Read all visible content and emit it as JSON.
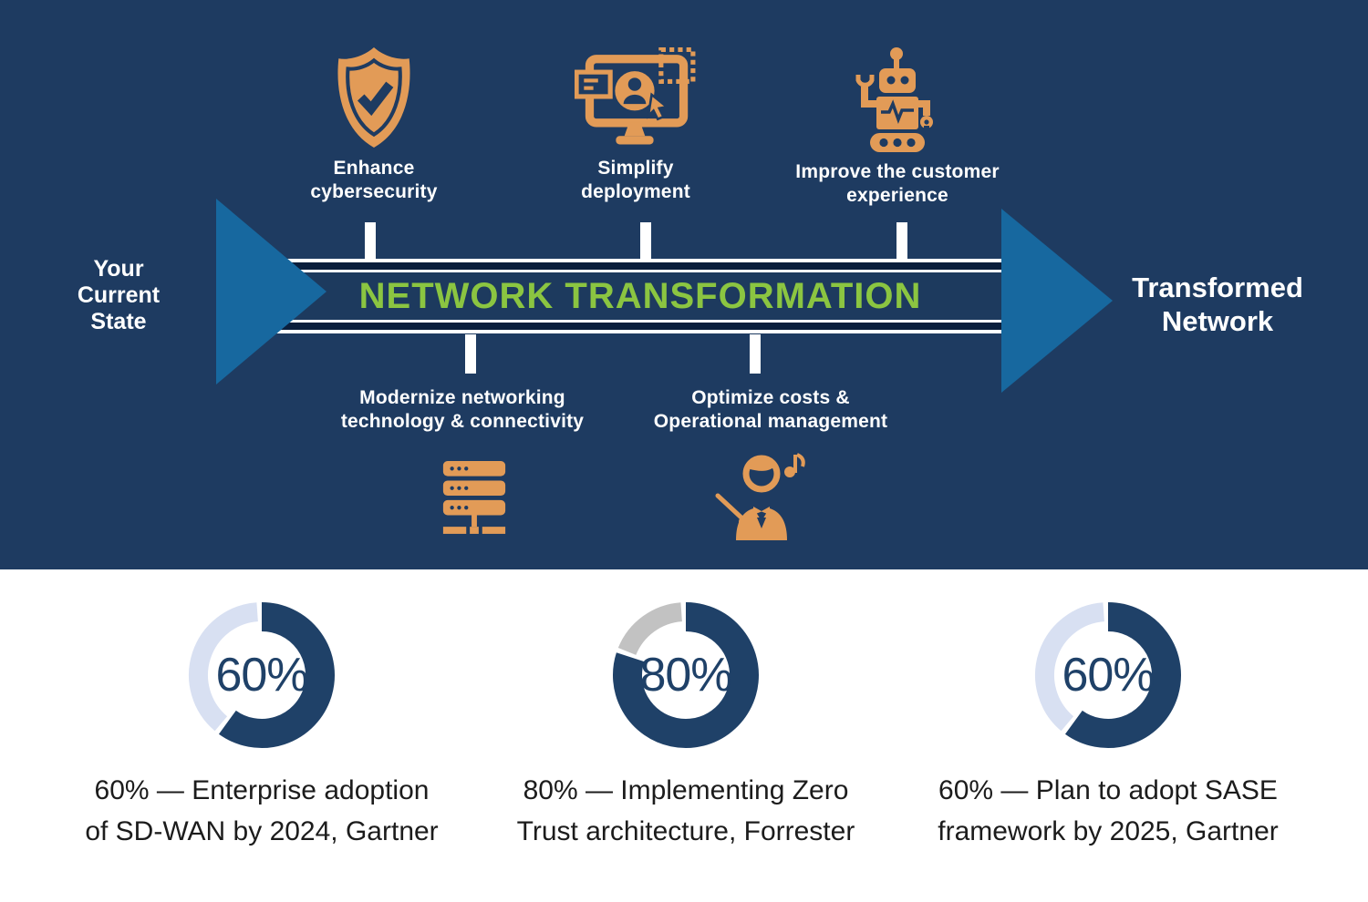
{
  "colors": {
    "background_navy": "#1E3B61",
    "band_dark_strip": "#0A1E3C",
    "arrow_blue": "#17689F",
    "icon_orange": "#E29B57",
    "title_green": "#8BC541",
    "donut_fill": "#1F4168",
    "donut_light_remainder": "#D8E0F2",
    "donut_gray_remainder": "#C2C2C2",
    "caption_text": "#1C1C1C"
  },
  "hero": {
    "title": "NETWORK TRANSFORMATION",
    "current_state": {
      "lines": [
        "Your",
        "Current",
        "State"
      ]
    },
    "transformed": {
      "lines": [
        "Transformed",
        "Network"
      ]
    },
    "benefits_top": [
      {
        "icon": "shield-check-icon",
        "lines": [
          "Enhance",
          "cybersecurity"
        ]
      },
      {
        "icon": "monitor-user-icon",
        "lines": [
          "Simplify",
          "deployment"
        ]
      },
      {
        "icon": "robot-icon",
        "lines": [
          "Improve the customer",
          "experience"
        ]
      }
    ],
    "benefits_bottom": [
      {
        "icon": "server-rack-icon",
        "lines": [
          "Modernize networking",
          "technology & connectivity"
        ]
      },
      {
        "icon": "conductor-icon",
        "lines": [
          "Optimize costs &",
          "Operational management"
        ]
      }
    ]
  },
  "stats": {
    "fill_color": "#1F4168",
    "gap_degrees": 4,
    "items": [
      {
        "value": 60,
        "label": "60%",
        "remainder_color": "#D8E0F2",
        "caption_lines": [
          "60% — Enterprise adoption",
          "of SD-WAN by 2024, Gartner"
        ]
      },
      {
        "value": 80,
        "label": "80%",
        "remainder_color": "#C2C2C2",
        "caption_lines": [
          "80% — Implementing Zero",
          "Trust architecture, Forrester"
        ]
      },
      {
        "value": 60,
        "label": "60%",
        "remainder_color": "#D8E0F2",
        "caption_lines": [
          "60% — Plan to adopt SASE",
          "framework by 2025, Gartner"
        ]
      }
    ]
  },
  "chart_data": [
    {
      "type": "pie",
      "subtype": "donut",
      "center_label": "60%",
      "labels": [
        "value",
        "remainder"
      ],
      "values": [
        60,
        40
      ],
      "caption": "60% — Enterprise adoption of SD-WAN by 2024, Gartner",
      "source": "Gartner"
    },
    {
      "type": "pie",
      "subtype": "donut",
      "center_label": "80%",
      "labels": [
        "value",
        "remainder"
      ],
      "values": [
        80,
        20
      ],
      "caption": "80% — Implementing Zero Trust architecture, Forrester",
      "source": "Forrester"
    },
    {
      "type": "pie",
      "subtype": "donut",
      "center_label": "60%",
      "labels": [
        "value",
        "remainder"
      ],
      "values": [
        60,
        40
      ],
      "caption": "60% — Plan to adopt SASE framework by 2025, Gartner",
      "source": "Gartner"
    }
  ]
}
